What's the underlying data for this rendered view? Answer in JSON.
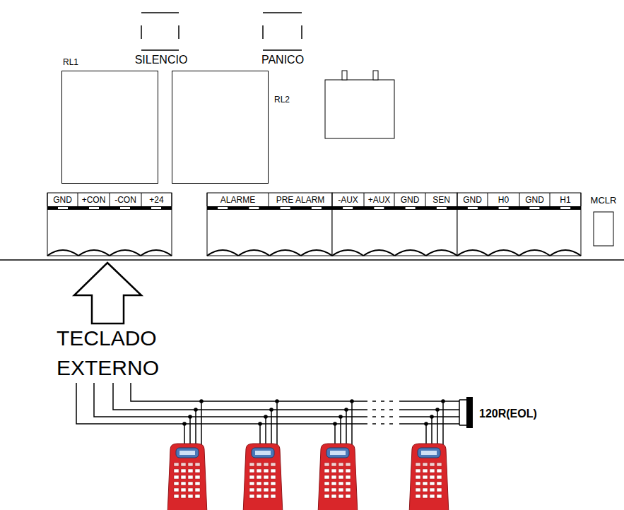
{
  "diagram": {
    "nodes": [
      {
        "text": [
          "RL1"
        ]
      },
      {
        "text": [
          "RL2"
        ]
      }
    ],
    "labels": [
      "SILENCIO",
      "PANICO",
      "GND",
      "+CON",
      "-CON",
      "+24",
      "ALARME",
      "PRE ALARM",
      "-AUX",
      "+AUX",
      "GND",
      "SEN",
      "GND",
      "H0",
      "GND",
      "H1",
      "MCLR",
      "TECLADO",
      "EXTERNO",
      "120R(EOL)"
    ]
  }
}
